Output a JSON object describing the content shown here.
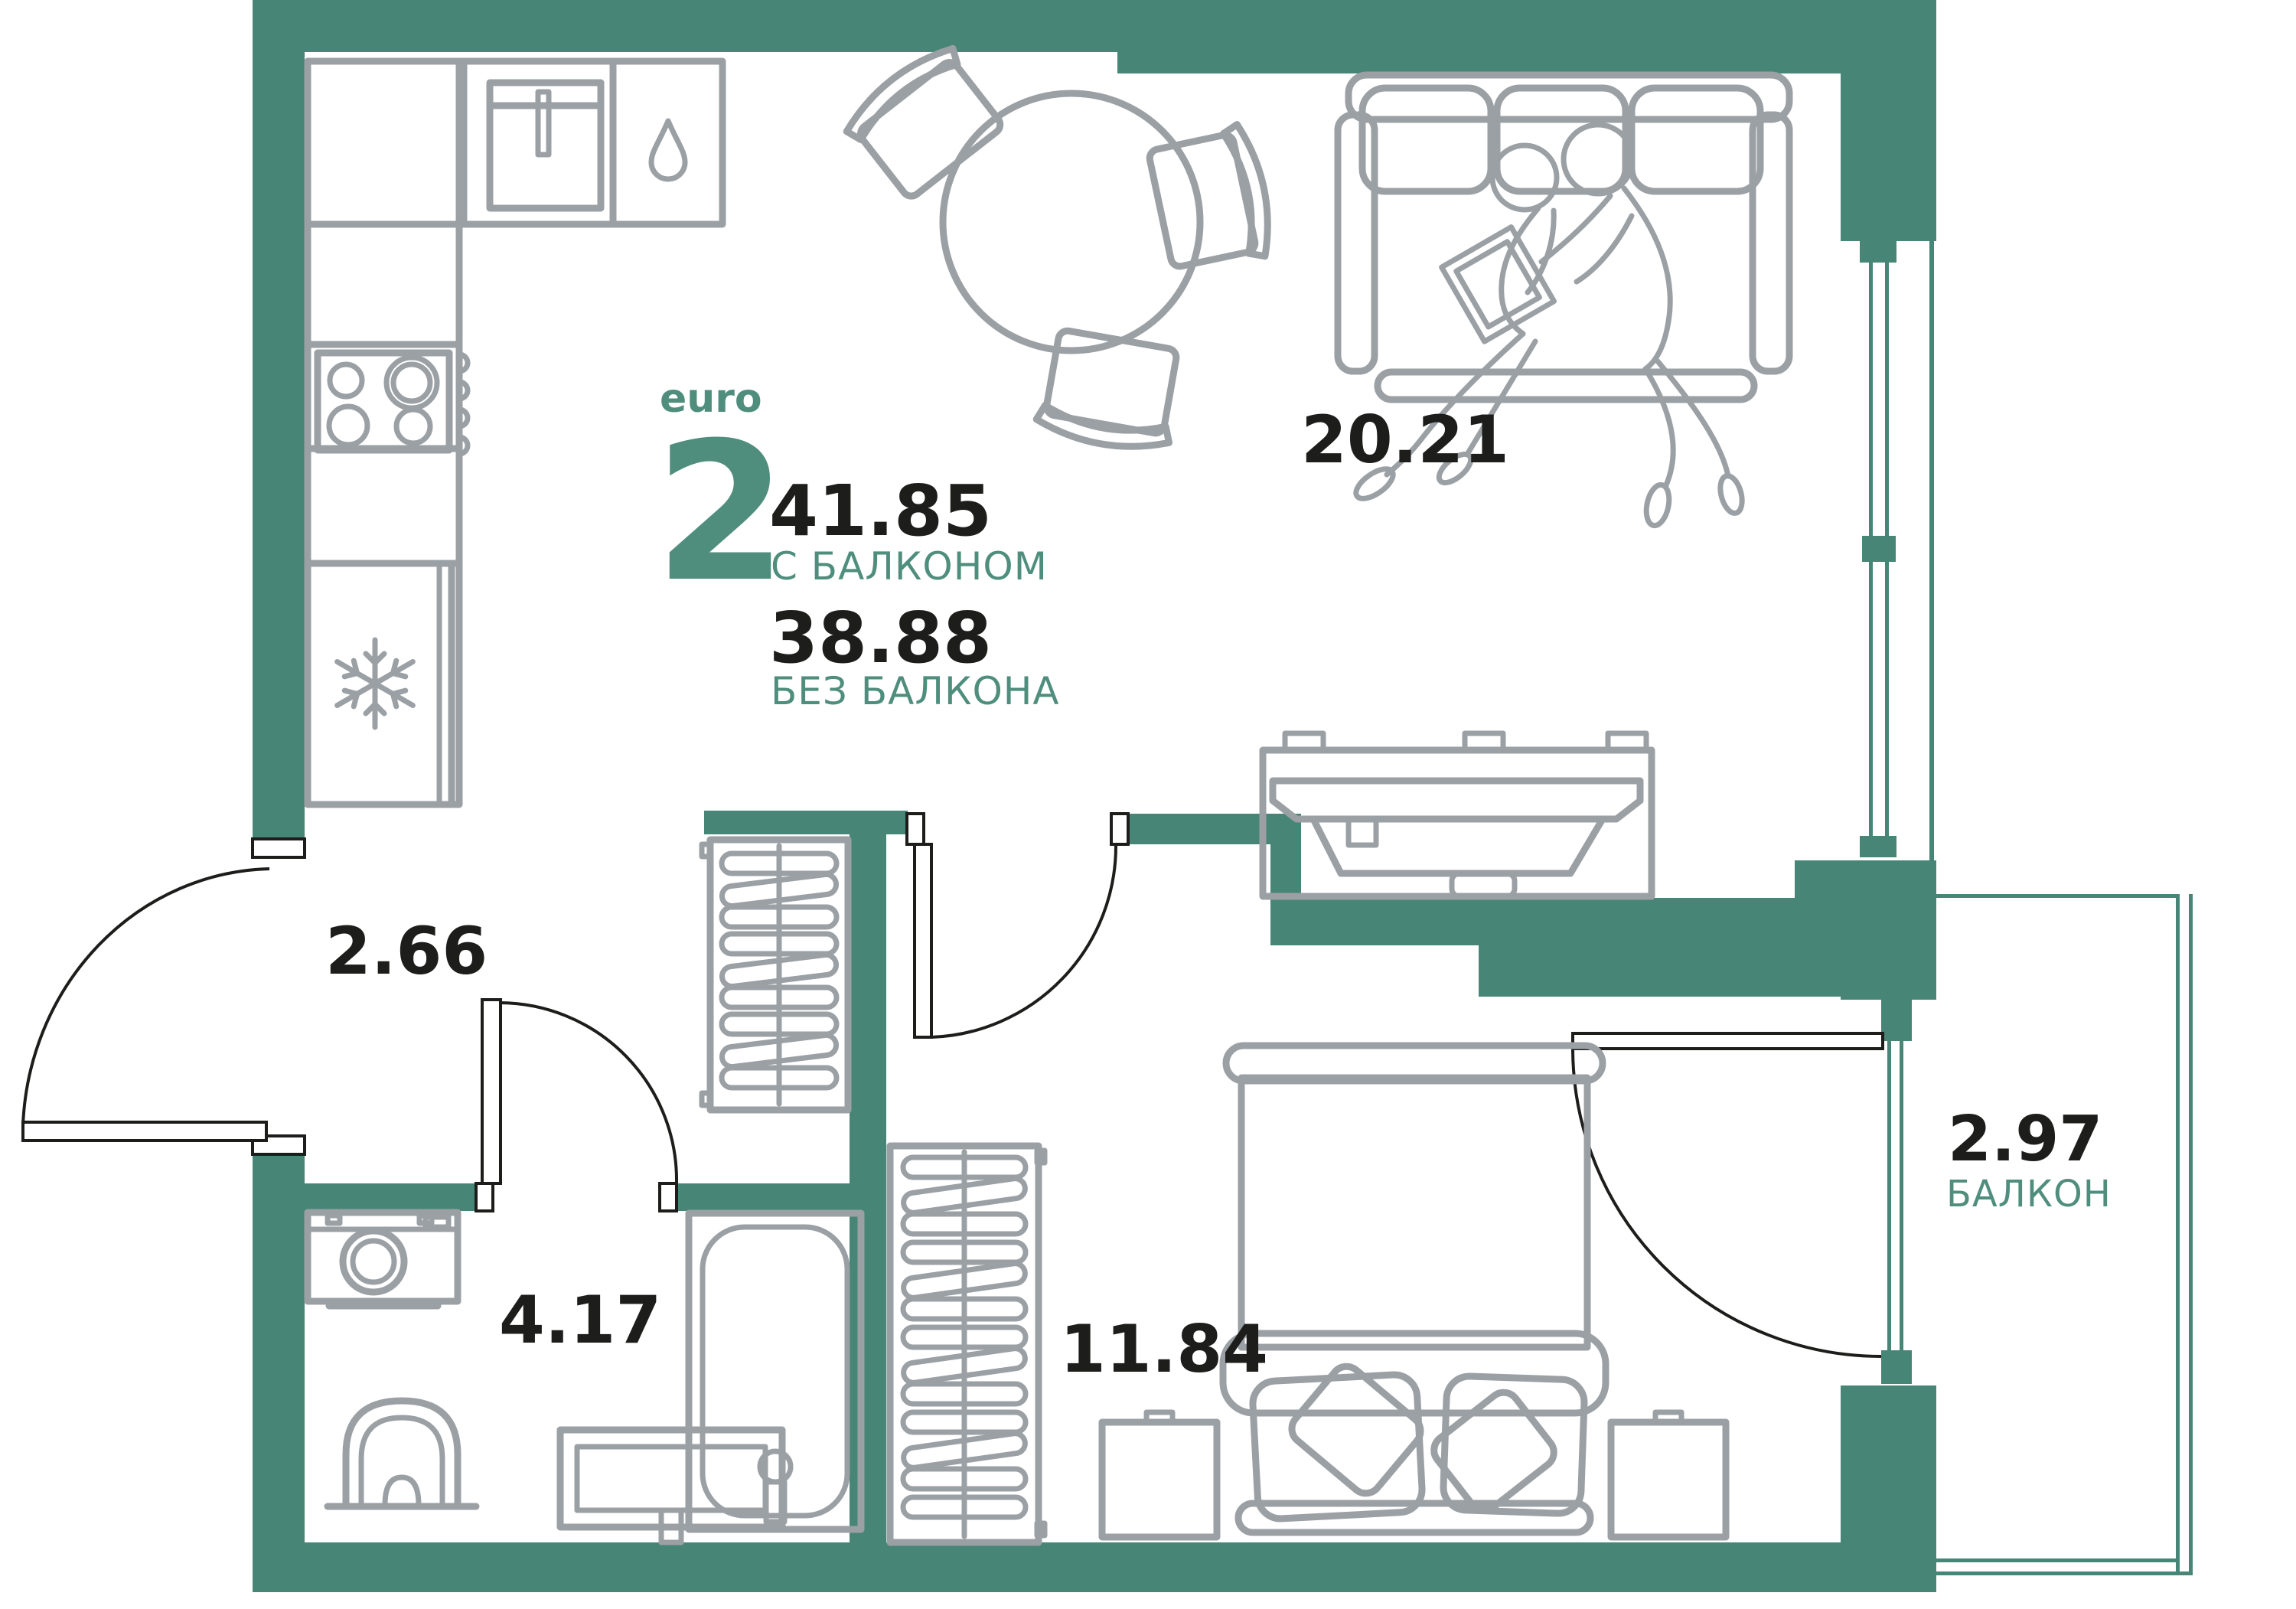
{
  "colors": {
    "wall": "#478577",
    "accent_text": "#4F8E7D",
    "area_text": "#1D1D1B",
    "furniture": "#9BA0A5"
  },
  "unit_card": {
    "type": "euro",
    "rooms": "2",
    "area_with_balcony": "41.85",
    "with_balcony_label": "С БАЛКОНОМ",
    "area_without_balcony": "38.88",
    "without_balcony_label": "БЕЗ БАЛКОНА"
  },
  "areas": {
    "living_kitchen": "20.21",
    "hallway": "2.66",
    "bathroom": "4.17",
    "bedroom": "11.84",
    "balcony": "2.97"
  },
  "balcony_label": "БАЛКОН",
  "icons": {
    "snowflake-icon": "refrigerator",
    "water-drop-icon": "sink cabinet",
    "hanger-icon": "wardrobe with hangers",
    "burner-icon": "cooktop burners"
  }
}
